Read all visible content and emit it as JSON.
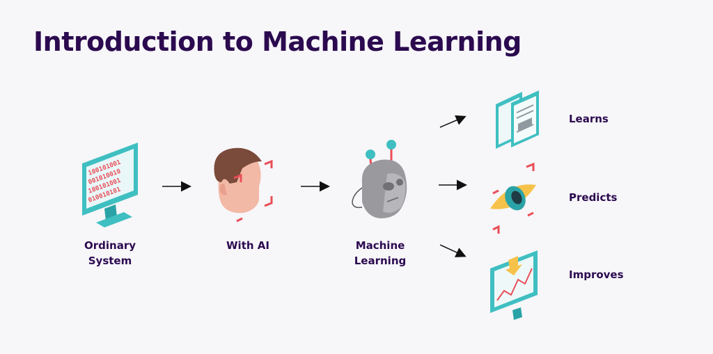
{
  "title": "Introduction to Machine Learning",
  "stages": [
    {
      "label_line1": "Ordinary",
      "label_line2": "System",
      "icon": "monitor-binary-icon"
    },
    {
      "label_line1": "With AI",
      "label_line2": "",
      "icon": "human-head-icon"
    },
    {
      "label_line1": "Machine",
      "label_line2": "Learning",
      "icon": "robot-head-icon"
    }
  ],
  "outcomes": [
    {
      "label": "Learns",
      "icon": "documents-icon"
    },
    {
      "label": "Predicts",
      "icon": "eye-icon"
    },
    {
      "label": "Improves",
      "icon": "chart-monitor-icon"
    }
  ],
  "binary_rows": [
    "100101001",
    "001010010",
    "100101001",
    "010010101"
  ],
  "colors": {
    "title": "#2b0a4f",
    "teal": "#3fbfc1",
    "red": "#e94e57",
    "skin": "#f2b9a6",
    "hair": "#7a4a3a",
    "robot": "#9a9a9e",
    "eye_yellow": "#f6c24a"
  }
}
